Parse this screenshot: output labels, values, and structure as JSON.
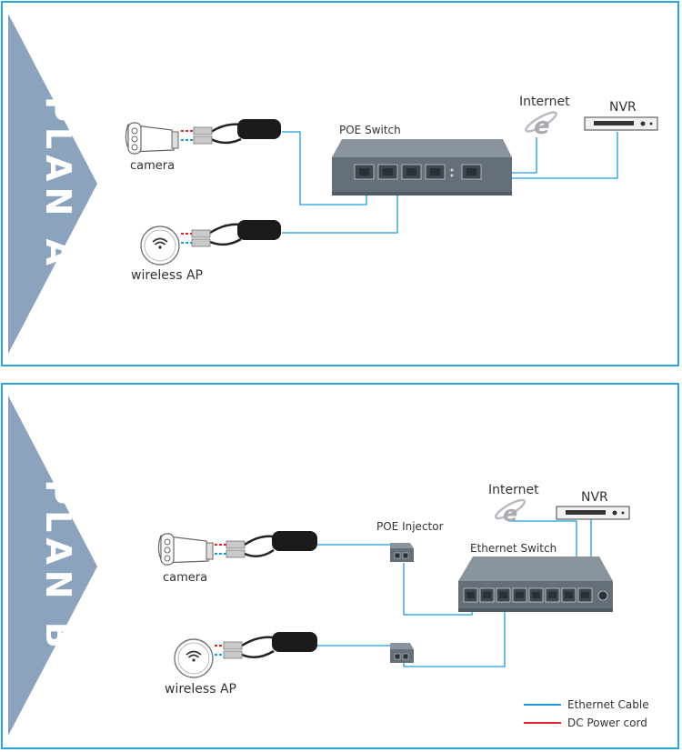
{
  "plan_a": {
    "title": "PLAN A",
    "switch_label": "POE Switch",
    "internet_label": "Internet",
    "nvr_label": "NVR",
    "camera_label": "camera",
    "ap_label": "wireless AP"
  },
  "plan_b": {
    "title": "PLAN B",
    "switch_label": "Ethernet Switch",
    "injector_label": "POE Injector",
    "internet_label": "Internet",
    "nvr_label": "NVR",
    "camera_label": "camera",
    "ap_label": "wireless AP"
  },
  "legend": {
    "ethernet_label": "Ethernet Cable",
    "power_label": "DC Power cord",
    "ethernet_color": "#1e9be0",
    "power_color": "#e8232b"
  },
  "colors": {
    "border": "#27a7db",
    "arrow": "#8ca3bd",
    "cable": "#1e9be0",
    "switch_body": "#646f7a",
    "switch_top": "#8a949e"
  }
}
